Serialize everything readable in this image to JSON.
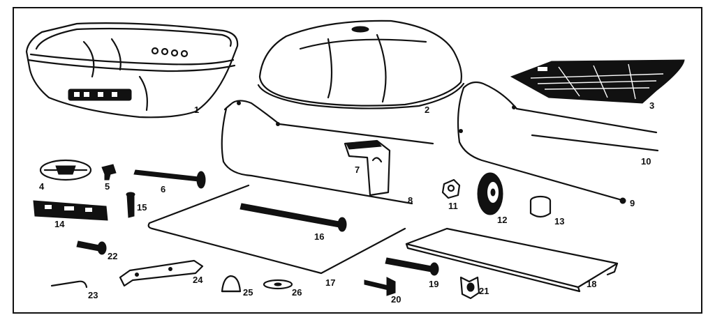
{
  "diagram": {
    "parts": [
      {
        "id": "p1",
        "number": "1"
      },
      {
        "id": "p2",
        "number": "2"
      },
      {
        "id": "p3",
        "number": "3"
      },
      {
        "id": "p4",
        "number": "4"
      },
      {
        "id": "p5",
        "number": "5"
      },
      {
        "id": "p6",
        "number": "6"
      },
      {
        "id": "p7",
        "number": "7"
      },
      {
        "id": "p8",
        "number": "8"
      },
      {
        "id": "p9",
        "number": "9"
      },
      {
        "id": "p10",
        "number": "10"
      },
      {
        "id": "p11",
        "number": "11"
      },
      {
        "id": "p12",
        "number": "12"
      },
      {
        "id": "p13",
        "number": "13"
      },
      {
        "id": "p14",
        "number": "14"
      },
      {
        "id": "p15",
        "number": "15"
      },
      {
        "id": "p16",
        "number": "16"
      },
      {
        "id": "p17",
        "number": "17"
      },
      {
        "id": "p18",
        "number": "18"
      },
      {
        "id": "p19",
        "number": "19"
      },
      {
        "id": "p20",
        "number": "20"
      },
      {
        "id": "p21",
        "number": "21"
      },
      {
        "id": "p22",
        "number": "22"
      },
      {
        "id": "p23",
        "number": "23"
      },
      {
        "id": "p24",
        "number": "24"
      },
      {
        "id": "p25",
        "number": "25"
      },
      {
        "id": "p26",
        "number": "26"
      }
    ]
  }
}
